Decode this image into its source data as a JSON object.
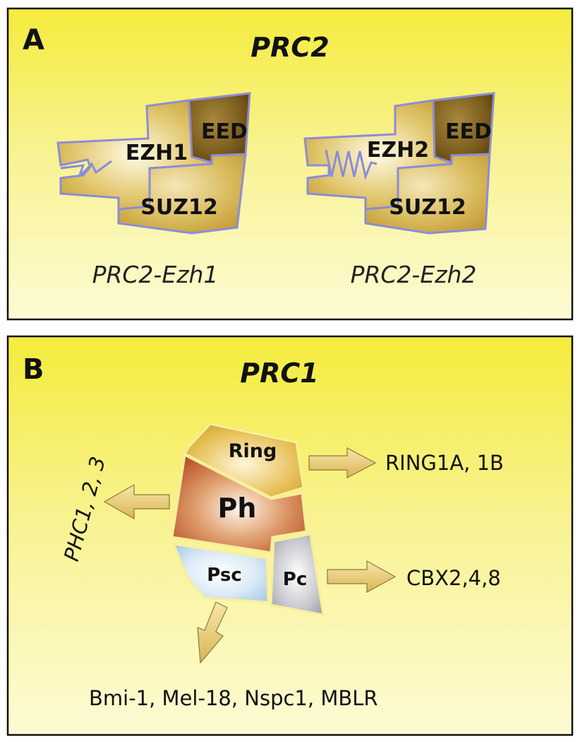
{
  "panel_a": {
    "letter": "A",
    "title": "PRC2",
    "complex_1": {
      "catalytic": "EZH1",
      "top_right": "EED",
      "bottom": "SUZ12",
      "name": "PRC2-Ezh1"
    },
    "complex_2": {
      "catalytic": "EZH2",
      "top_right": "EED",
      "bottom": "SUZ12",
      "name": "PRC2-Ezh2"
    }
  },
  "panel_b": {
    "letter": "B",
    "title": "PRC1",
    "subunits": {
      "ring": "Ring",
      "ph": "Ph",
      "psc": "Psc",
      "pc": "Pc"
    },
    "homologs": {
      "ring": "RING1A, 1B",
      "ph": "PHC1, 2, 3",
      "pc": "CBX2,4,8",
      "psc": "Bmi-1, Mel-18, Nspc1, MBLR"
    }
  },
  "colors": {
    "panel_gradient_top": "#f4ec3c",
    "panel_gradient_bottom": "#fdfbd0",
    "subunit_outline": "#8c8cd8",
    "eed_brown": "#6b4f14",
    "gold": "#c9a535",
    "ph_red": "#b84a1a",
    "psc_blue": "#a8cce8",
    "pc_gray": "#8c8c9c",
    "arrow_fill": "#e8cf7a"
  }
}
